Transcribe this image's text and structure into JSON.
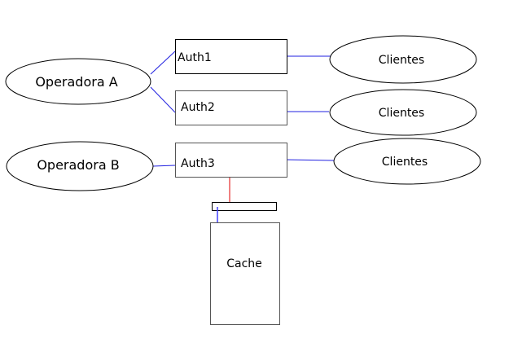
{
  "diagram": {
    "nodes": {
      "operadora_a": "Operadora A",
      "operadora_b": "Operadora B",
      "auth1": "Auth1",
      "auth2": "Auth2",
      "auth3": "Auth3",
      "clientes1": "Clientes",
      "clientes2": "Clientes",
      "clientes3": "Clientes",
      "cache": "Cache"
    },
    "edges": [
      {
        "from": "Operadora A",
        "to": "Auth1",
        "color": "#0000ff"
      },
      {
        "from": "Operadora A",
        "to": "Auth2",
        "color": "#0000ff"
      },
      {
        "from": "Operadora B",
        "to": "Auth3",
        "color": "#0000ff"
      },
      {
        "from": "Auth1",
        "to": "Clientes",
        "color": "#0000ff"
      },
      {
        "from": "Auth2",
        "to": "Clientes",
        "color": "#0000ff"
      },
      {
        "from": "Auth3",
        "to": "Clientes",
        "color": "#0000ff"
      },
      {
        "from": "Auth3",
        "to": "cache-connector",
        "color": "#ff0000"
      },
      {
        "from": "cache-connector",
        "to": "Cache",
        "color": "#0000ff"
      }
    ],
    "colors": {
      "link_blue": "#2020e0",
      "link_red": "#e00000",
      "stroke": "#000000"
    }
  }
}
